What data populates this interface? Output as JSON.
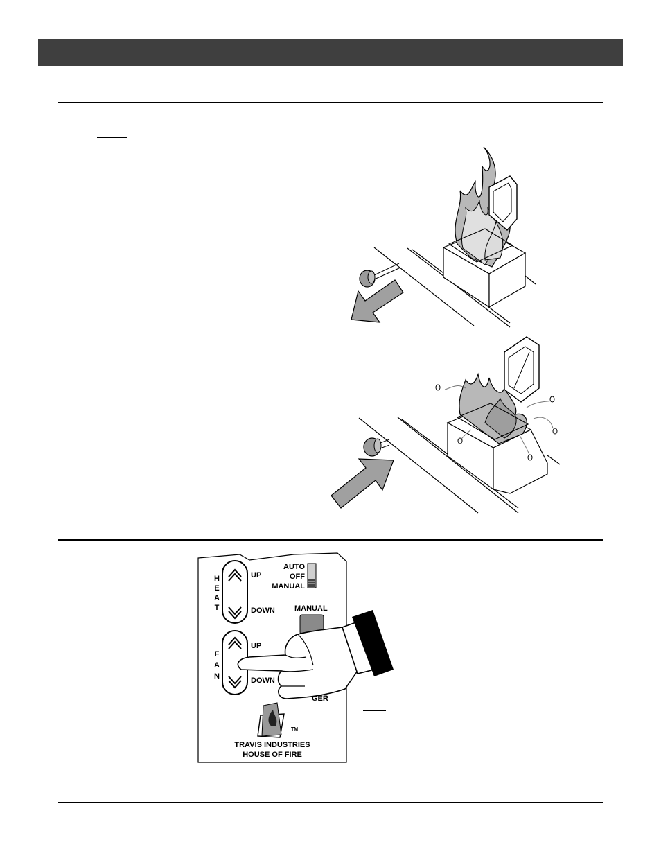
{
  "remote": {
    "heat_letters": [
      "H",
      "E",
      "A",
      "T"
    ],
    "fan_letters": [
      "F",
      "A",
      "N"
    ],
    "heat_up": "UP",
    "heat_down": "DOWN",
    "fan_up": "UP",
    "fan_down": "DOWN",
    "mode_auto": "AUTO",
    "mode_off": "OFF",
    "mode_manual": "MANUAL",
    "manual_button": "MANUAL",
    "partial_label": "GER",
    "trademark": "TM",
    "brand_line1": "TRAVIS INDUSTRIES",
    "brand_line2": "HOUSE OF FIRE"
  },
  "colors": {
    "header_bar": "#3f3f3f",
    "flame_gray": "#b8b8b8",
    "arrow_gray": "#a0a0a0",
    "knob_gray": "#9a9a9a"
  },
  "icons": [
    "flame-illustration",
    "arrow-out-icon",
    "arrow-in-icon",
    "pointing-hand-icon",
    "travis-logo-icon",
    "up-chevron-icon",
    "down-chevron-icon"
  ]
}
